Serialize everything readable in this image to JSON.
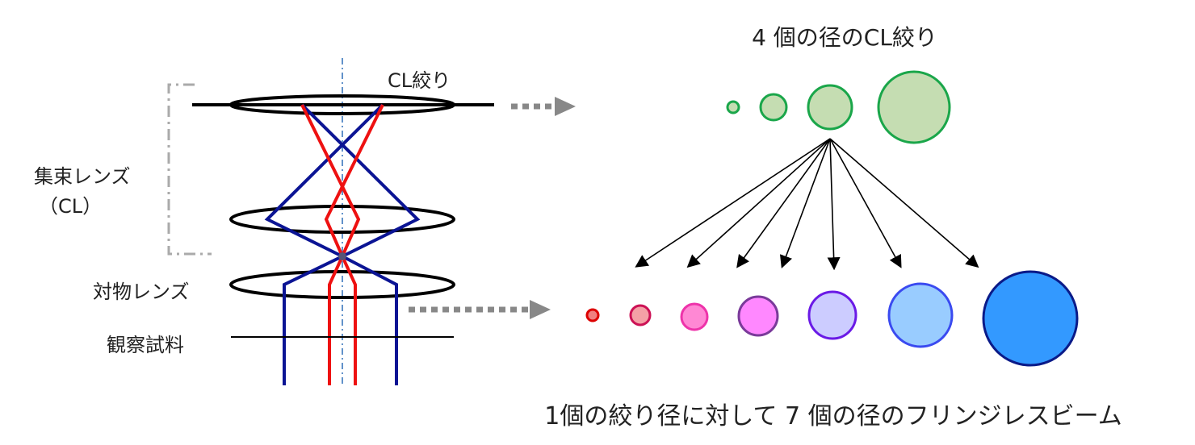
{
  "labels": {
    "cl_aperture": "CL絞り",
    "condenser_lens_line1": "集束レンズ",
    "condenser_lens_line2": "（CL）",
    "objective_lens": "対物レンズ",
    "specimen": "観察試料",
    "aperture_title": "4 個の径のCL絞り",
    "beam_caption": "1個の絞り径に対して 7 個の径のフリンジレスビーム"
  },
  "colors": {
    "aperture_stroke": "#1aa64a",
    "aperture_fill": "#c5ddb2",
    "lens_stroke": "#000000",
    "ray_blue": "#0b1494",
    "ray_red": "#ee1111",
    "optical_axis": "#2e6fb8",
    "dashed_arrow": "#888888",
    "bracket": "#aaaaaa"
  },
  "apertures": [
    {
      "name": "aperture-1"
    },
    {
      "name": "aperture-2"
    },
    {
      "name": "aperture-3"
    },
    {
      "name": "aperture-4"
    }
  ],
  "beams": [
    {
      "name": "beam-1",
      "fill": "#f08080",
      "stroke": "#dd0000"
    },
    {
      "name": "beam-2",
      "fill": "#f4a0a6",
      "stroke": "#cc1155"
    },
    {
      "name": "beam-3",
      "fill": "#ff88d4",
      "stroke": "#ee33aa"
    },
    {
      "name": "beam-4",
      "fill": "#ff88ff",
      "stroke": "#7a3a9a"
    },
    {
      "name": "beam-5",
      "fill": "#ccccff",
      "stroke": "#6a1ae6"
    },
    {
      "name": "beam-6",
      "fill": "#99ccff",
      "stroke": "#3a4af0"
    },
    {
      "name": "beam-7",
      "fill": "#3399ff",
      "stroke": "#0a1a88"
    }
  ]
}
